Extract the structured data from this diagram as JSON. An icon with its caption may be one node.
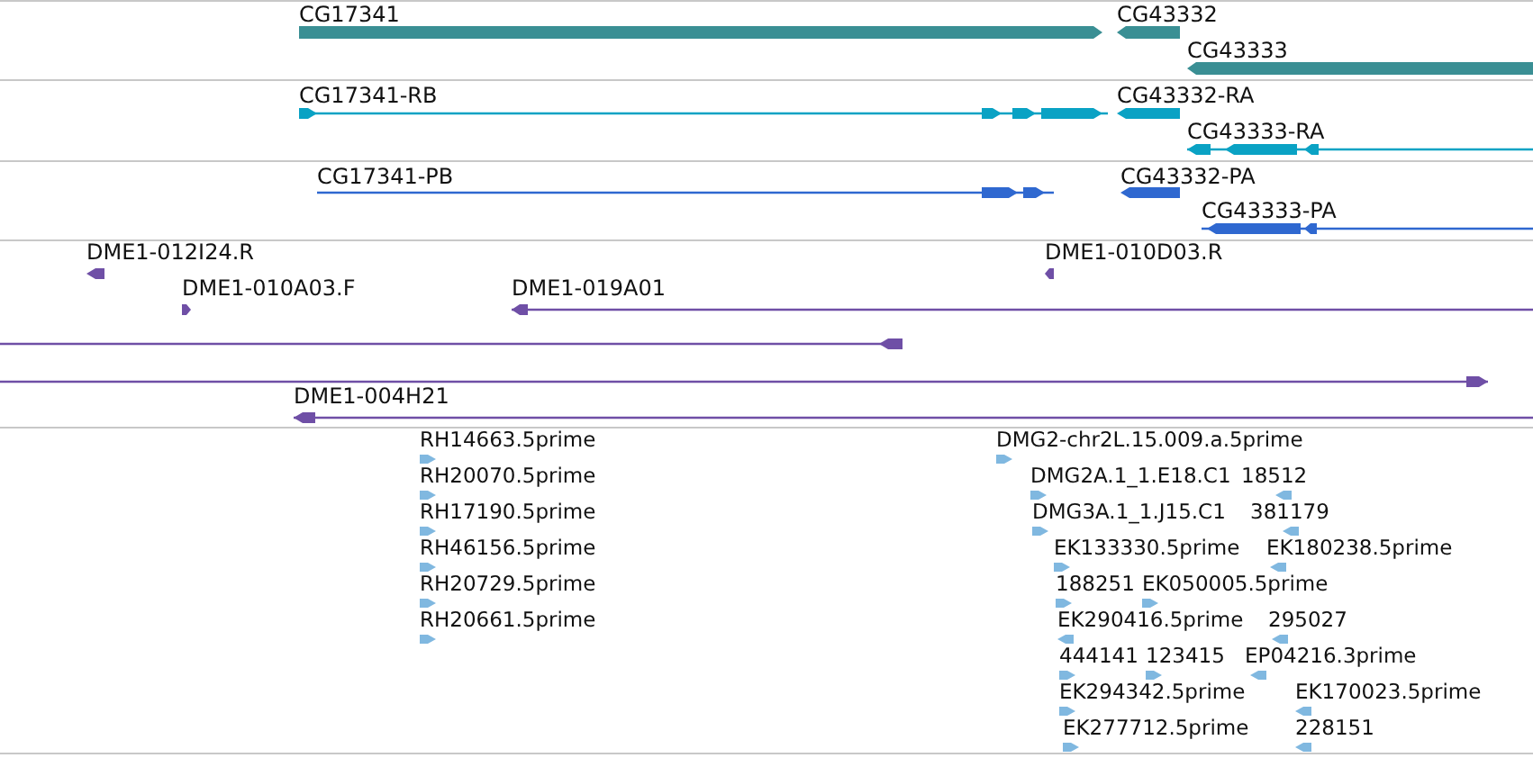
{
  "diagram": {
    "labels": [
      "CG17341",
      "CG43332",
      "CG43333",
      "CG17341-RB",
      "CG43332-RA",
      "CG43333-RA",
      "CG17341-PB",
      "CG43332-PA",
      "CG43333-PA",
      "DME1-012I24.R",
      "DME1-010D03.R",
      "DME1-010A03.F",
      "DME1-019A01",
      "DME1-004H21",
      "RH14663.5prime",
      "DMG2-chr2L.15.009.a.5prime",
      "RH20070.5prime",
      "DMG2A.1_1.E18.C1",
      "18512",
      "RH17190.5prime",
      "DMG3A.1_1.J15.C1",
      "381179",
      "RH46156.5prime",
      "EK133330.5prime",
      "EK180238.5prime",
      "RH20729.5prime",
      "188251",
      "EK050005.5prime",
      "RH20661.5prime",
      "EK290416.5prime",
      "295027",
      "444141",
      "123415",
      "EP04216.3prime",
      "EK294342.5prime",
      "EK170023.5prime",
      "EK277712.5prime",
      "228151"
    ]
  }
}
